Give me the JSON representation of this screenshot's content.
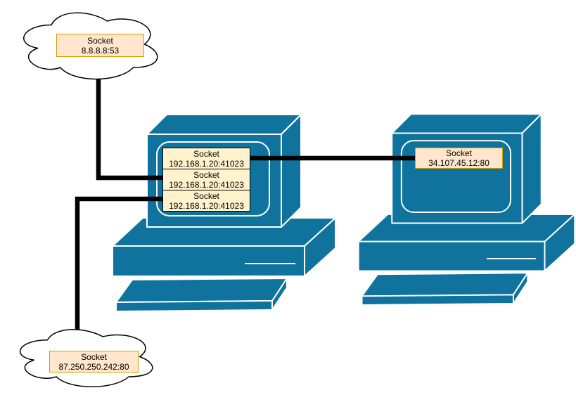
{
  "diagram": {
    "type": "network-socket-diagram",
    "background": "#ffffff"
  },
  "colors": {
    "computer_fill": "#10739E",
    "computer_edge": "#ffffff",
    "cloud_fill": "#ffffff",
    "cloud_border": "#000000",
    "socket_local_fill": "#FFF2CC",
    "socket_local_border": "#000000",
    "socket_remote_fill": "#FFE6CC",
    "socket_remote_border": "#D79B00",
    "connector": "#000000",
    "label_text": "#000000"
  },
  "nodes": {
    "cloud_dns": {
      "title": "Socket",
      "address": "8.8.8.8:53"
    },
    "cloud_web": {
      "title": "Socket",
      "address": "87.250.250.242:80"
    },
    "pc_left_sockets": [
      {
        "title": "Socket",
        "address": "192.168.1.20:41023"
      },
      {
        "title": "Socket",
        "address": "192.168.1.20:41023"
      },
      {
        "title": "Socket",
        "address": "192.168.1.20:41023"
      }
    ],
    "pc_right_socket": {
      "title": "Socket",
      "address": "34.107.45.12:80"
    }
  },
  "edges": [
    {
      "from": "pc_left_socket_1",
      "to": "pc_right_socket"
    },
    {
      "from": "cloud_dns",
      "to": "pc_left_socket_2"
    },
    {
      "from": "cloud_web",
      "to": "pc_left_socket_3"
    }
  ]
}
